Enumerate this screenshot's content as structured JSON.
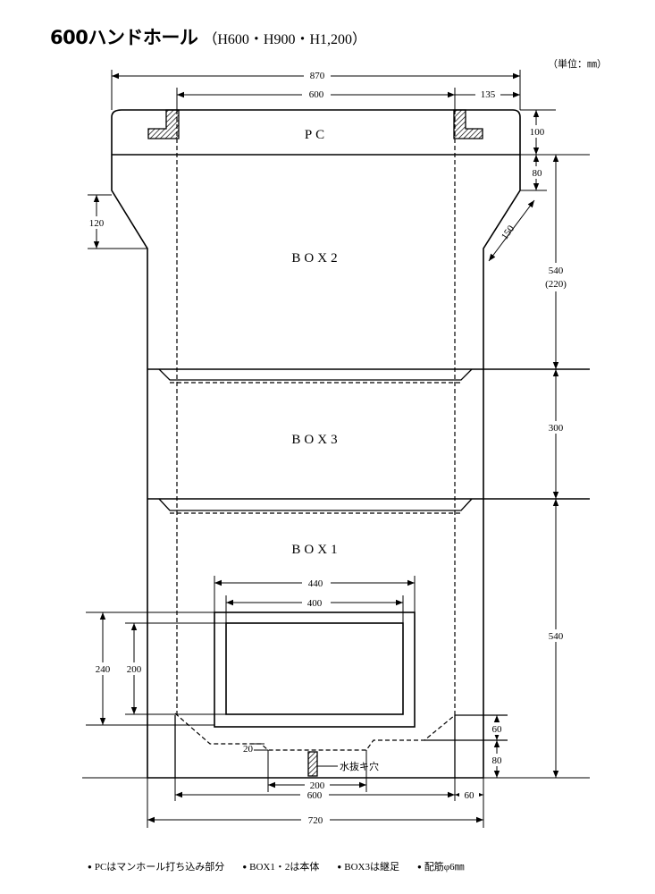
{
  "title": {
    "main": "600ハンドホール",
    "sub": "（H600・H900・H1,200）"
  },
  "units": "（単位：㎜）",
  "sections": {
    "pc": "PC",
    "box2": "BOX2",
    "box3": "BOX3",
    "box1": "BOX1"
  },
  "dimensions": {
    "top_width": "870",
    "inner_width": "600",
    "flange": "135",
    "pc_height": "100",
    "neck": "80",
    "taper_height": "120",
    "chamfer": "150",
    "box2_height": "540",
    "box2_alt": "(220)",
    "box3_height": "300",
    "box1_height": "540",
    "opening_outer_w": "440",
    "opening_inner_w": "400",
    "opening_outer_h": "240",
    "opening_inner_h": "200",
    "bottom_step_1": "60",
    "bottom_step_2": "80",
    "drain_depth": "20",
    "drain_width": "200",
    "base_inner": "600",
    "base_wall": "60",
    "base_outer": "720"
  },
  "drain_label": "水抜キ穴",
  "footer_notes": [
    "PCはマンホール打ち込み部分",
    "BOX1・2は本体",
    "BOX3は継足",
    "配筋φ6㎜"
  ]
}
